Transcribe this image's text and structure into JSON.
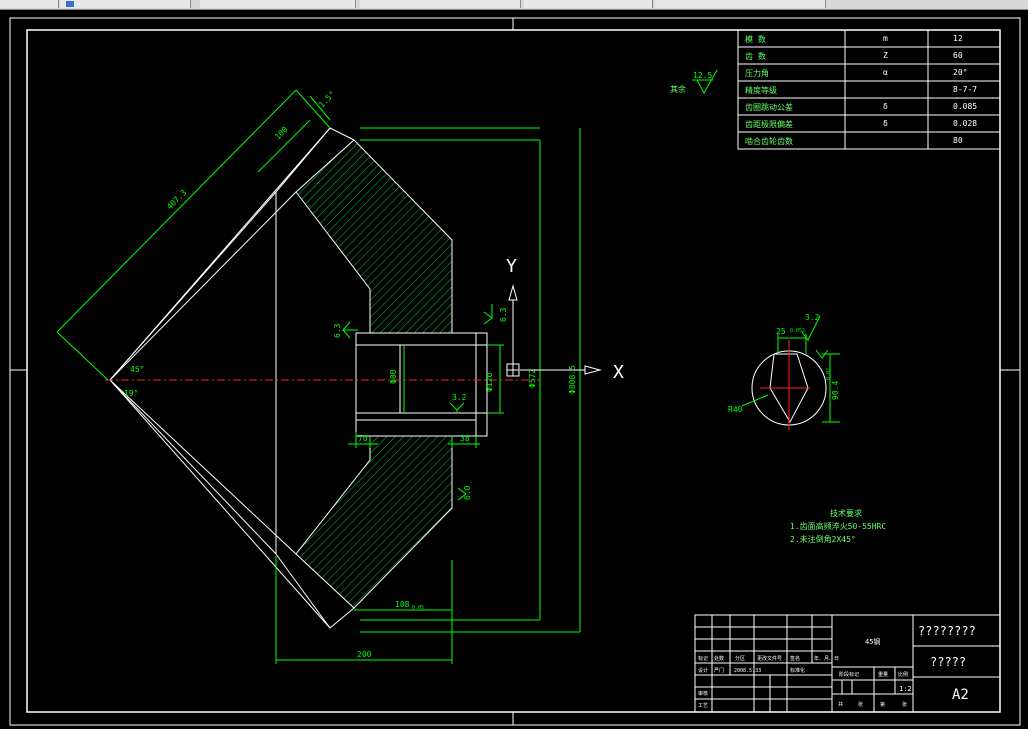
{
  "colors": {
    "background": "#000000",
    "frame": "#ffffff",
    "dimension": "#00ff00",
    "hatch": "#00cc33",
    "centerline": "#ff2020",
    "text_white": "#ffffff",
    "text_green": "#66ff66"
  },
  "params_table": {
    "rows": [
      {
        "name": "模 数",
        "symbol": "m",
        "value": "12"
      },
      {
        "name": "齿 数",
        "symbol": "Z",
        "value": "60"
      },
      {
        "name": "压力角",
        "symbol": "α",
        "value": "20°"
      },
      {
        "name": "精度等级",
        "symbol": "",
        "value": "8-7-7"
      },
      {
        "name": "齿圈跳动公差",
        "symbol": "δ",
        "value": "0.085"
      },
      {
        "name": "齿距极限偏差",
        "symbol": "δ",
        "value": "0.028"
      },
      {
        "name": "啮合齿轮齿数",
        "symbol": "",
        "value": "80"
      }
    ]
  },
  "roughness_note": {
    "label": "其余",
    "value": "12.5"
  },
  "dims": {
    "outer_len": "407.3",
    "face_width": "100",
    "angle_45": "45°",
    "angle_19": "19°",
    "small_angle": "1.5°",
    "bore_dia": "Φ80",
    "hub_dia": "Φ120",
    "dia_572": "Φ572",
    "dia_808": "Φ808.5",
    "len_70": "70",
    "len_38": "38",
    "len_108": "108",
    "len_108_tol": "0.05",
    "len_200": "200",
    "r_6_3_left": "6.3",
    "r_6_3_right": "6.3",
    "r_3_2_bore": "3.2",
    "r_6_0": "6.0"
  },
  "axes": {
    "y": "Y",
    "x": "X"
  },
  "section": {
    "roughness": "3.2",
    "key_width": "25",
    "key_tol": "0.052",
    "depth": "90.4",
    "depth_tol": "0.02",
    "radius": "R40"
  },
  "tech_req": {
    "title": "技术要求",
    "items": [
      "1.齿面高频淬火50-55HRC",
      "2.未注倒角2X45°"
    ]
  },
  "title_block": {
    "material": "45钢",
    "drawing_name": "????????",
    "drawing_code": "?????",
    "sheet_size": "A2",
    "scale": "1:2",
    "labels": {
      "mark": "标记",
      "count": "处数",
      "zone": "分区",
      "doc_no": "更改文件号",
      "sign": "签名",
      "date_label": "年、月、日",
      "design": "设计",
      "reviewer": "审核",
      "process": "工艺",
      "design_name": "严门",
      "date": "2008.5.33",
      "standardize": "标准化",
      "stage_mark": "阶段标记",
      "weight": "重量",
      "ratio": "比例",
      "total": "共",
      "sheets": "张",
      "first": "第",
      "sheet": "张"
    }
  }
}
